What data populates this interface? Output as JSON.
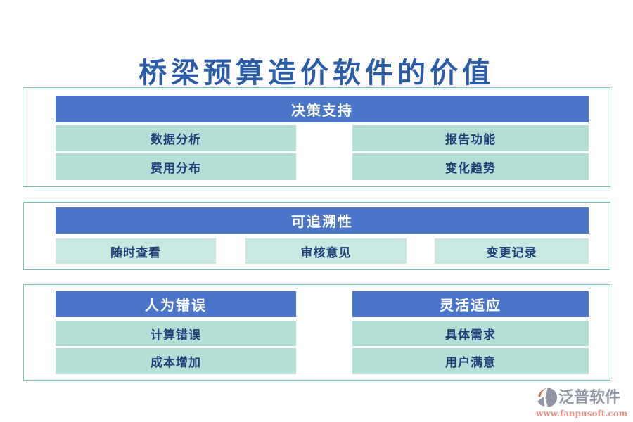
{
  "page": {
    "title": "桥梁预算造价软件的价值"
  },
  "colors": {
    "title_text": "#2B5CA9",
    "header_bg": "#4A75C8",
    "header_text": "#FFFFFF",
    "item_bg": "#B3DFD7",
    "item_bg_section2": "#C9E8E1",
    "item_text": "#1F4077",
    "box_border": "#6FC4B8",
    "logo_text": "#9096A4",
    "logo_icon_orange": "#CC7A5C",
    "logo_icon_gray": "#9096A4",
    "logo_url_text": "#E2938B"
  },
  "sections": [
    {
      "header": "决策支持",
      "items": [
        "数据分析",
        "报告功能",
        "费用分布",
        "变化趋势"
      ]
    },
    {
      "header": "可追溯性",
      "items": [
        "随时查看",
        "审核意见",
        "变更记录"
      ]
    },
    {
      "columns": [
        {
          "header": "人为错误",
          "items": [
            "计算错误",
            "成本增加"
          ]
        },
        {
          "header": "灵活适应",
          "items": [
            "具体需求",
            "用户满意"
          ]
        }
      ]
    }
  ],
  "logo": {
    "name": "泛普软件",
    "url": "www.fanpusoft.com",
    "icon": "fanpu-logo-icon"
  }
}
